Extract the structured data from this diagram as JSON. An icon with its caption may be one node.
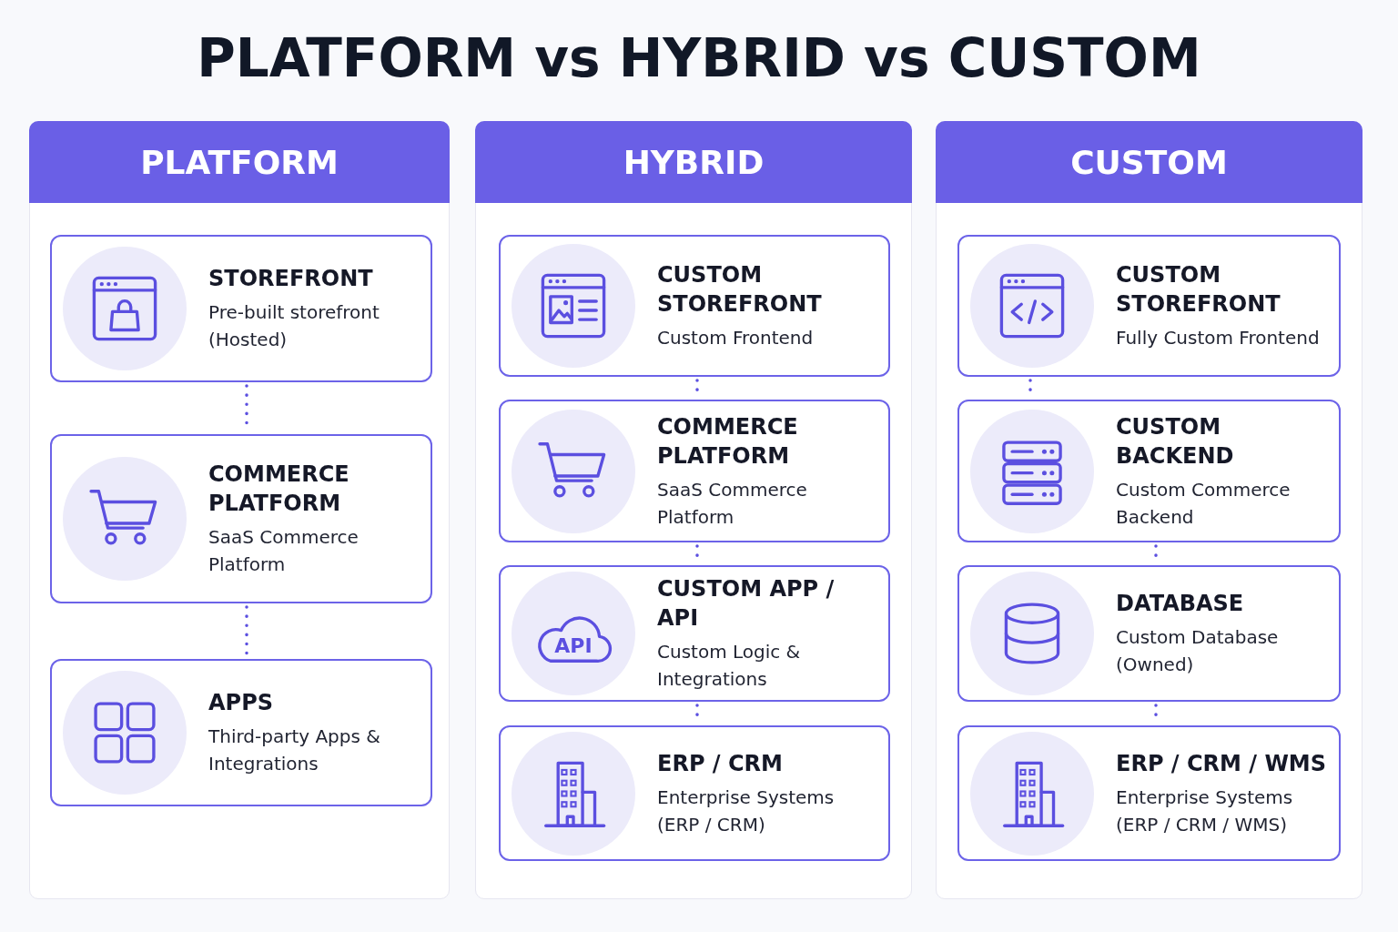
{
  "diagram": {
    "title": "PLATFORM vs HYBRID vs CUSTOM",
    "nodes": [
      {
        "text": [
          "PLATFORM"
        ]
      },
      {
        "text": [
          "STOREFRONT",
          "Pre-built storefront (Hosted)"
        ],
        "in": 0
      },
      {
        "text": [
          "COMMERCE PLATFORM",
          "SaaS Commerce Platform"
        ],
        "in": 0
      },
      {
        "text": [
          "APPS",
          "Third-party Apps & Integrations"
        ],
        "in": 0
      },
      {
        "text": [
          "HYBRID"
        ]
      },
      {
        "text": [
          "CUSTOM STOREFRONT",
          "Custom Frontend"
        ],
        "in": 4
      },
      {
        "text": [
          "COMMERCE PLATFORM",
          "SaaS Commerce Platform"
        ],
        "in": 4
      },
      {
        "text": [
          "CUSTOM APP / API",
          "Custom Logic & Integrations"
        ],
        "in": 4
      },
      {
        "text": [
          "ERP / CRM",
          "Enterprise Systems (ERP / CRM)"
        ],
        "in": 4
      },
      {
        "text": [
          "CUSTOM"
        ]
      },
      {
        "text": [
          "CUSTOM STOREFRONT",
          "Fully Custom Frontend"
        ],
        "in": 9
      },
      {
        "text": [
          "CUSTOM BACKEND",
          "Custom Commerce Backend"
        ],
        "in": 9
      },
      {
        "text": [
          "DATABASE",
          "Custom Database (Owned)"
        ],
        "in": 9
      },
      {
        "text": [
          "ERP / CRM / WMS",
          "Enterprise Systems (ERP / CRM / WMS)"
        ],
        "in": 9
      }
    ],
    "edges": [
      {
        "from": 1,
        "to": 2,
        "arrow": "none",
        "style": "dashed"
      },
      {
        "from": 2,
        "to": 3,
        "arrow": "none",
        "style": "dashed"
      },
      {
        "from": 5,
        "to": 6,
        "arrow": "none",
        "style": "dashed"
      },
      {
        "from": 6,
        "to": 7,
        "arrow": "none",
        "style": "dashed"
      },
      {
        "from": 7,
        "to": 8,
        "arrow": "none",
        "style": "dashed"
      },
      {
        "from": 10,
        "to": 11,
        "arrow": "none",
        "style": "dashed"
      },
      {
        "from": 11,
        "to": 12,
        "arrow": "none",
        "style": "dashed"
      },
      {
        "from": 12,
        "to": 13,
        "arrow": "none",
        "style": "dashed"
      }
    ],
    "labels": [
      "API"
    ]
  }
}
